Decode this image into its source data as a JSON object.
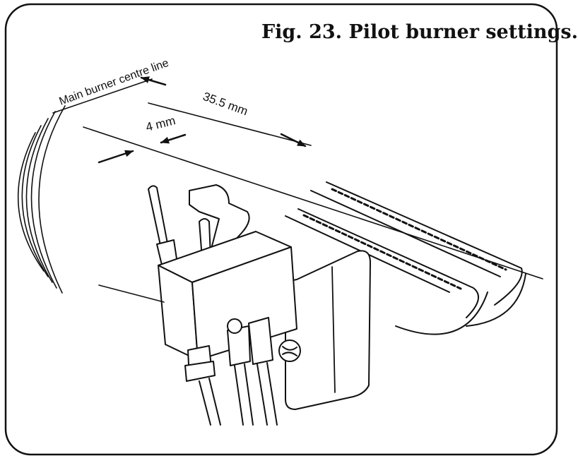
{
  "figure": {
    "caption": "Fig. 23.  Pilot burner settings.",
    "labels": {
      "centre_line": "Main burner centre line",
      "dimension_large": "35.5 mm",
      "dimension_small": "4 mm"
    }
  }
}
